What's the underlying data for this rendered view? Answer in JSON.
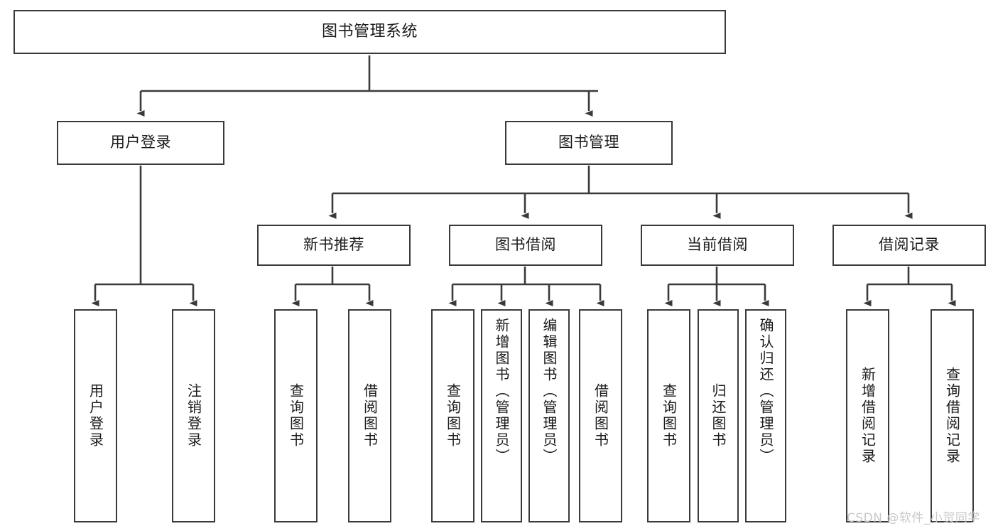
{
  "diagram": {
    "type": "hierarchy-flowchart",
    "title": "图书管理系统",
    "watermark": "CSDN @软件_小贺同学",
    "colors": {
      "box_border": "#3a3a3a",
      "box_fill": "#ffffff",
      "connector": "#3a3a3a",
      "text": "#1a1a1a",
      "watermark": "#c9c9c9",
      "background": "#ffffff"
    },
    "levels": [
      {
        "level": 1,
        "nodes": [
          {
            "id": "root",
            "label": "图书管理系统",
            "orientation": "horizontal"
          }
        ]
      },
      {
        "level": 2,
        "nodes": [
          {
            "id": "login",
            "label": "用户登录",
            "orientation": "horizontal",
            "parent": "root"
          },
          {
            "id": "bookmgmt",
            "label": "图书管理",
            "orientation": "horizontal",
            "parent": "root"
          }
        ]
      },
      {
        "level": 3,
        "nodes": [
          {
            "id": "newbook",
            "label": "新书推荐",
            "orientation": "horizontal",
            "parent": "bookmgmt"
          },
          {
            "id": "borrow",
            "label": "图书借阅",
            "orientation": "horizontal",
            "parent": "bookmgmt"
          },
          {
            "id": "current",
            "label": "当前借阅",
            "orientation": "horizontal",
            "parent": "bookmgmt"
          },
          {
            "id": "records",
            "label": "借阅记录",
            "orientation": "horizontal",
            "parent": "bookmgmt"
          }
        ]
      },
      {
        "level": 4,
        "nodes": [
          {
            "id": "leaf1",
            "label": "用户登录",
            "orientation": "vertical",
            "parent": "login"
          },
          {
            "id": "leaf2",
            "label": "注销登录",
            "orientation": "vertical",
            "parent": "login"
          },
          {
            "id": "leaf3",
            "label": "查询图书",
            "orientation": "vertical",
            "parent": "newbook"
          },
          {
            "id": "leaf4",
            "label": "借阅图书",
            "orientation": "vertical",
            "parent": "newbook"
          },
          {
            "id": "leaf5",
            "label": "查询图书",
            "orientation": "vertical",
            "parent": "borrow"
          },
          {
            "id": "leaf6",
            "label": "新增图书（管理员）",
            "orientation": "vertical",
            "parent": "borrow"
          },
          {
            "id": "leaf7",
            "label": "编辑图书（管理员）",
            "orientation": "vertical",
            "parent": "borrow"
          },
          {
            "id": "leaf8",
            "label": "借阅图书",
            "orientation": "vertical",
            "parent": "borrow"
          },
          {
            "id": "leaf9",
            "label": "查询图书",
            "orientation": "vertical",
            "parent": "current"
          },
          {
            "id": "leaf10",
            "label": "归还图书",
            "orientation": "vertical",
            "parent": "current"
          },
          {
            "id": "leaf11",
            "label": "确认归还（管理员）",
            "orientation": "vertical",
            "parent": "current"
          },
          {
            "id": "leaf12",
            "label": "新增借阅记录",
            "orientation": "vertical",
            "parent": "records"
          },
          {
            "id": "leaf13",
            "label": "查询借阅记录",
            "orientation": "vertical",
            "parent": "records"
          }
        ]
      }
    ],
    "edges": [
      {
        "from": "root",
        "to": "login"
      },
      {
        "from": "root",
        "to": "bookmgmt"
      },
      {
        "from": "bookmgmt",
        "to": "newbook"
      },
      {
        "from": "bookmgmt",
        "to": "borrow"
      },
      {
        "from": "bookmgmt",
        "to": "current"
      },
      {
        "from": "bookmgmt",
        "to": "records"
      },
      {
        "from": "login",
        "to": "leaf1"
      },
      {
        "from": "login",
        "to": "leaf2"
      },
      {
        "from": "newbook",
        "to": "leaf3"
      },
      {
        "from": "newbook",
        "to": "leaf4"
      },
      {
        "from": "borrow",
        "to": "leaf5"
      },
      {
        "from": "borrow",
        "to": "leaf6"
      },
      {
        "from": "borrow",
        "to": "leaf7"
      },
      {
        "from": "borrow",
        "to": "leaf8"
      },
      {
        "from": "current",
        "to": "leaf9"
      },
      {
        "from": "current",
        "to": "leaf10"
      },
      {
        "from": "current",
        "to": "leaf11"
      },
      {
        "from": "records",
        "to": "leaf12"
      },
      {
        "from": "records",
        "to": "leaf13"
      }
    ]
  }
}
